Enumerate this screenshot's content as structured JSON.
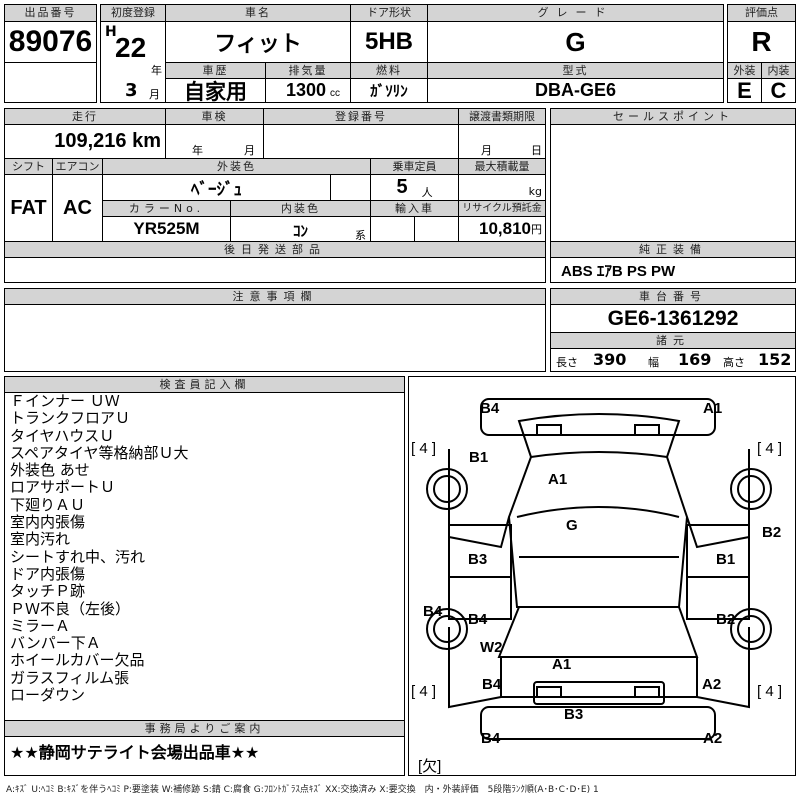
{
  "lot": {
    "label": "出品番号",
    "value": "89076"
  },
  "first_reg": {
    "label": "初度登録",
    "era": "H",
    "year": "22",
    "year_unit": "年",
    "month": "3",
    "month_unit": "月"
  },
  "car_name": {
    "label": "車名",
    "value": "フィット"
  },
  "door": {
    "label": "ドア形状",
    "value": "5HB"
  },
  "grade": {
    "label": "グレード",
    "value": "G"
  },
  "score": {
    "label": "評価点",
    "value": "R",
    "ext_label": "外装",
    "int_label": "内装",
    "ext": "E",
    "int": "C"
  },
  "history": {
    "label": "車歴",
    "value": "自家用"
  },
  "displacement": {
    "label": "排気量",
    "value": "1300",
    "unit": "cc"
  },
  "fuel": {
    "label": "燃料",
    "value": "ｶﾞｿﾘﾝ"
  },
  "model": {
    "label": "型式",
    "value": "DBA-GE6"
  },
  "mileage": {
    "label": "走行",
    "value": "109,216 km"
  },
  "inspection": {
    "label": "車検",
    "year_unit": "年",
    "month_unit": "月"
  },
  "reg_no": {
    "label": "登録番号"
  },
  "transfer": {
    "label": "譲渡書類期限",
    "month_unit": "月",
    "day_unit": "日"
  },
  "shift": {
    "label": "シフト",
    "value": "FAT"
  },
  "ac": {
    "label": "エアコン",
    "value": "AC"
  },
  "ext_color": {
    "label": "外装色",
    "value": "ﾍﾞｰｼﾞｭ"
  },
  "capacity": {
    "label": "乗車定員",
    "value": "5",
    "unit": "人"
  },
  "max_load": {
    "label": "最大積載量",
    "unit": "kg"
  },
  "color_no": {
    "label": "カラーNo.",
    "value": "YR525M"
  },
  "int_color": {
    "label": "内装色",
    "value": "ｺﾝ",
    "unit": "系"
  },
  "import": {
    "label": "輸入車"
  },
  "recycle": {
    "label": "リサイクル預託金",
    "value": "10,810",
    "unit": "円"
  },
  "later_parts": {
    "label": "後日発送部品"
  },
  "sales_point": {
    "label": "セールスポイント"
  },
  "equipment": {
    "label": "純正装備",
    "value": "ABS ｴｱB PS PW"
  },
  "notes": {
    "label": "注意事項欄"
  },
  "chassis": {
    "label": "車台番号",
    "value": "GE6-1361292"
  },
  "specs": {
    "label": "諸元",
    "length_label": "長さ",
    "length": "390",
    "width_label": "幅",
    "width": "169",
    "height_label": "高さ",
    "height": "152"
  },
  "inspector": {
    "label": "検査員記入欄",
    "lines": [
      "Ｆインナー ＵＷ",
      "トランクフロアＵ",
      "タイヤハウスＵ",
      "スペアタイヤ等格納部Ｕ大",
      "外装色 あせ",
      "ロアサポートＵ",
      "下廻りＡＵ",
      "室内内張傷",
      "室内汚れ",
      "シートすれ中、汚れ",
      "ドア内張傷",
      "タッチＰ跡",
      "ＰＷ不良（左後）",
      "ミラーＡ",
      "バンパー下Ａ",
      "ホイールカバー欠品",
      "ガラスフィルム張",
      "ローダウン"
    ]
  },
  "office": {
    "label": "事務局よりご案内",
    "value": "★★静岡サテライト会場出品車★★"
  },
  "diagram": {
    "marks": [
      "B4",
      "A1",
      "B1",
      "A1",
      "G",
      "B2",
      "B3",
      "B1",
      "B4",
      "B4",
      "B2",
      "W2",
      "A1",
      "B4",
      "A2",
      "B3",
      "B4",
      "A2"
    ],
    "tires": [
      "[ 4 ]",
      "[ 4 ]",
      "[ 4 ]",
      "[ 4 ]"
    ],
    "spare": "[欠]"
  },
  "legend": "A:ｷｽﾞ U:ﾍｺﾐ B:ｷｽﾞを伴うﾍｺﾐ P:要塗装 W:補修跡 S:錆 C:腐食 G:ﾌﾛﾝﾄｶﾞﾗｽ点ｷｽﾞ XX:交換済み X:要交換　内・外装評価　5段階ﾗﾝｸ順(A･B･C･D･E) 1"
}
